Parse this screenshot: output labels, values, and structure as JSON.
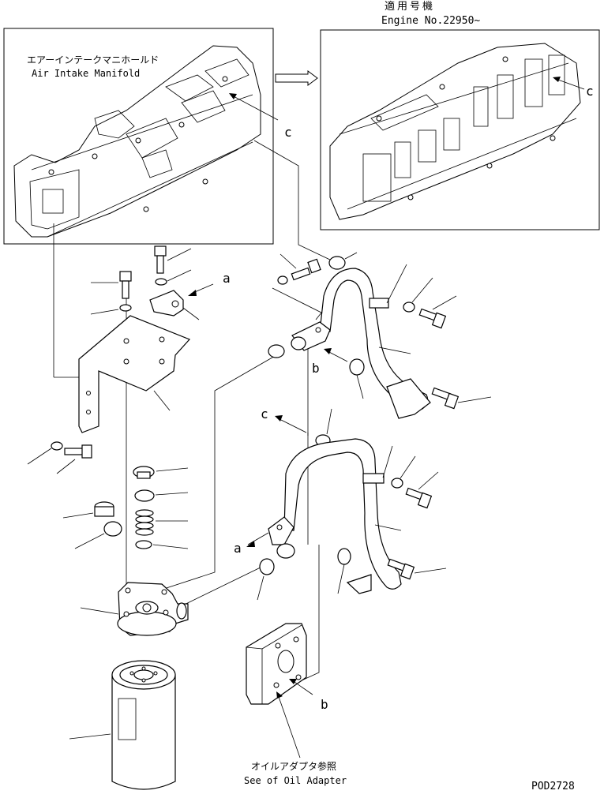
{
  "applicable": {
    "jp": "適用号機",
    "en": "Engine No.22950~"
  },
  "manifold_label": {
    "jp": "エアーインテークマニホールド",
    "en": "Air Intake Manifold"
  },
  "oil_adapter_label": {
    "jp": "オイルアダプタ参照",
    "en": "See of Oil Adapter"
  },
  "callouts": {
    "c_top_left": "c",
    "c_top_right": "c",
    "a_upper": "a",
    "b_upper": "b",
    "c_mid": "c",
    "a_lower": "a",
    "b_lower": "b"
  },
  "drawing_code": "POD2728"
}
